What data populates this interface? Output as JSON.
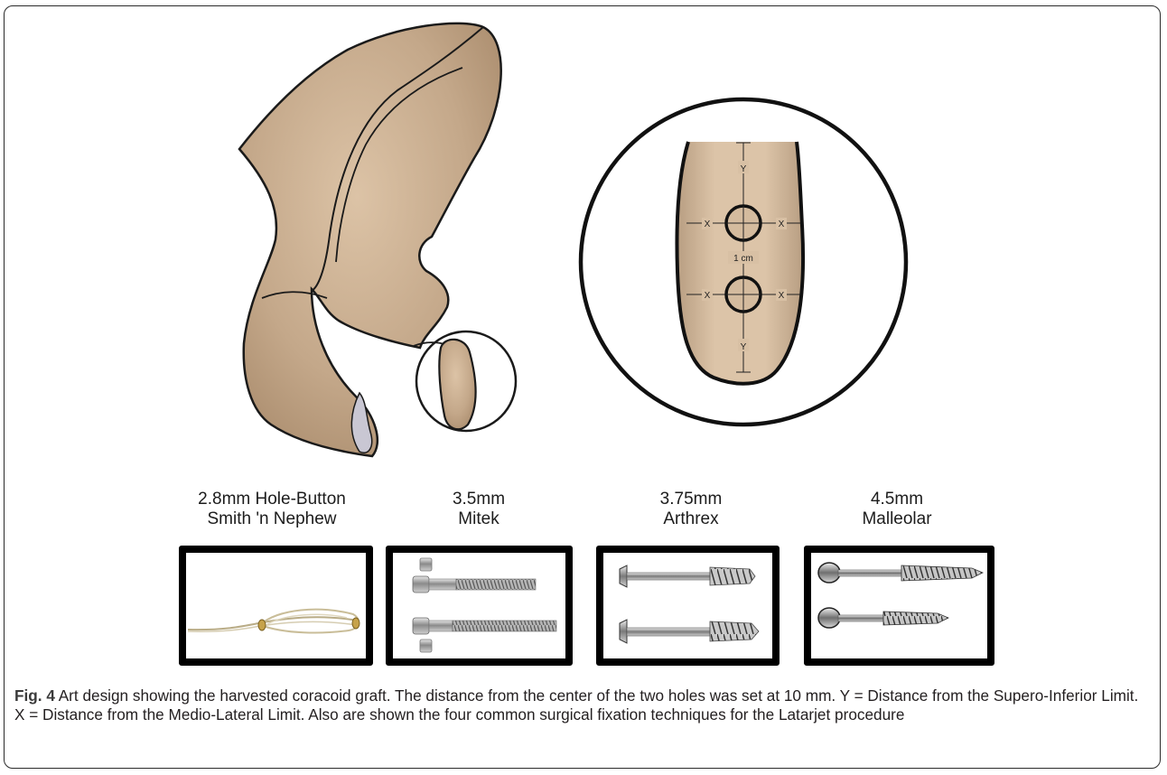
{
  "figure": {
    "fig_label": "Fig. 4",
    "caption": "Art design showing the harvested coracoid graft. The distance from the center of the two holes was set at 10 mm. Y = Distance from the Supero-Inferior Limit. X = Distance from the Medio-Lateral Limit. Also are shown the four common surgical fixation techniques for the Latarjet procedure"
  },
  "diagram": {
    "axis_y_top": "Y",
    "axis_y_bottom": "Y",
    "axis_x_label": "X",
    "hole_distance": "1 cm"
  },
  "implants": [
    {
      "line1": "2.8mm Hole-Button",
      "line2": "Smith 'n Nephew",
      "image": "suture-button"
    },
    {
      "line1": "3.5mm",
      "line2": "Mitek",
      "image": "mitek-screws"
    },
    {
      "line1": "3.75mm",
      "line2": "Arthrex",
      "image": "arthrex-screws"
    },
    {
      "line1": "4.5mm",
      "line2": "Malleolar",
      "image": "malleolar-screws"
    }
  ],
  "colors": {
    "bone": "#c4a88a",
    "bone_shadow": "#a98b6c",
    "cartilage": "#c9c7d3",
    "outline": "#1a1a1a"
  }
}
